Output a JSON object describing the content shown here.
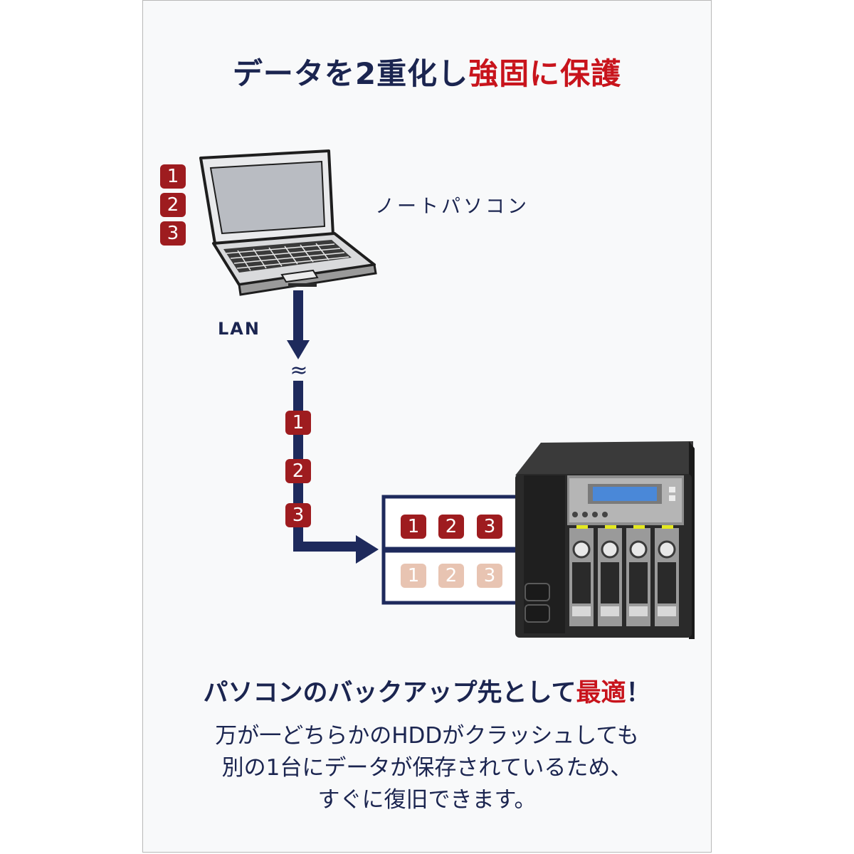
{
  "title": {
    "main": "データを2重化し",
    "highlight": "強固に保護"
  },
  "laptop_label": "ノートパソコン",
  "lan_label": "LAN",
  "wave_symbol": "≈",
  "laptop_badges": [
    "1",
    "2",
    "3"
  ],
  "cable_badges": [
    "1",
    "2",
    "3"
  ],
  "drive_rows": {
    "primary": [
      "1",
      "2",
      "3"
    ],
    "mirror": [
      "1",
      "2",
      "3"
    ]
  },
  "caption": {
    "main": "パソコンのバックアップ先として",
    "highlight": "最適",
    "end": "！"
  },
  "body_lines": [
    "万が一どちらかのHDDがクラッシュしても",
    "別の1台にデータが保存されているため、",
    "すぐに復旧できます。"
  ],
  "colors": {
    "navy": "#1b2550",
    "accent_red": "#c8141c",
    "badge_red": "#9e1c1f",
    "badge_faded": "#e8c4b2",
    "nas_body": "#2a2a2a",
    "lcd": "#4a88d8",
    "led": "#e4e820"
  },
  "icons": [
    "laptop-icon",
    "nas-icon",
    "arrow-down-icon",
    "arrow-right-icon"
  ]
}
